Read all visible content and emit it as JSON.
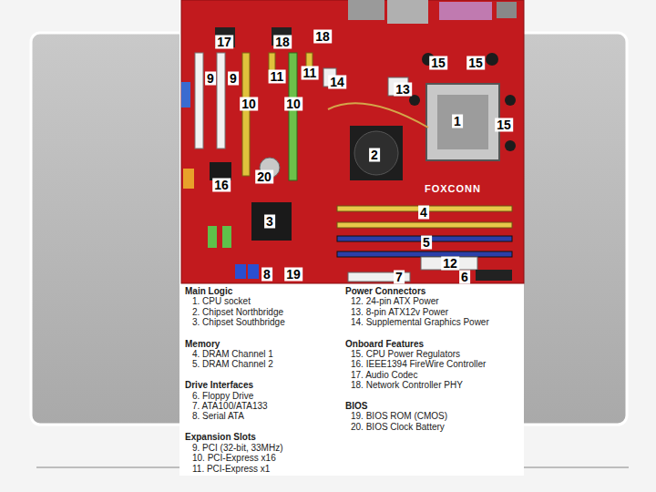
{
  "diagram": {
    "labels": [
      "17",
      "18",
      "18",
      "9",
      "9",
      "11",
      "11",
      "14",
      "13",
      "15",
      "15",
      "1",
      "15",
      "10",
      "10",
      "2",
      "20",
      "16",
      "3",
      "4",
      "5",
      "8",
      "19",
      "7",
      "12",
      "6",
      "FOXCONN",
      "Main Logic",
      "1. CPU socket",
      "2. Chipset Northbridge",
      "3. Chipset Southbridge",
      "Memory",
      "4. DRAM Channel 1",
      "5. DRAM Channel 2",
      "Drive Interfaces",
      "6. Floppy Drive",
      "7. ATA100/ATA133",
      "8. Serial ATA",
      "Expansion Slots",
      "9. PCI (32-bit, 33MHz)",
      "10. PCI-Express x16",
      "11. PCI-Express x1",
      "Power Connectors",
      "12. 24-pin ATX Power",
      "13. 8-pin ATX12v Power",
      "14. Supplemental Graphics Power",
      "Onboard Features",
      "15. CPU Power Regulators",
      "16. IEEE1394 FireWire Controller",
      "17. Audio Codec",
      "18. Network Controller PHY",
      "BIOS",
      "19. BIOS ROM (CMOS)",
      "20. BIOS Clock Battery"
    ]
  }
}
